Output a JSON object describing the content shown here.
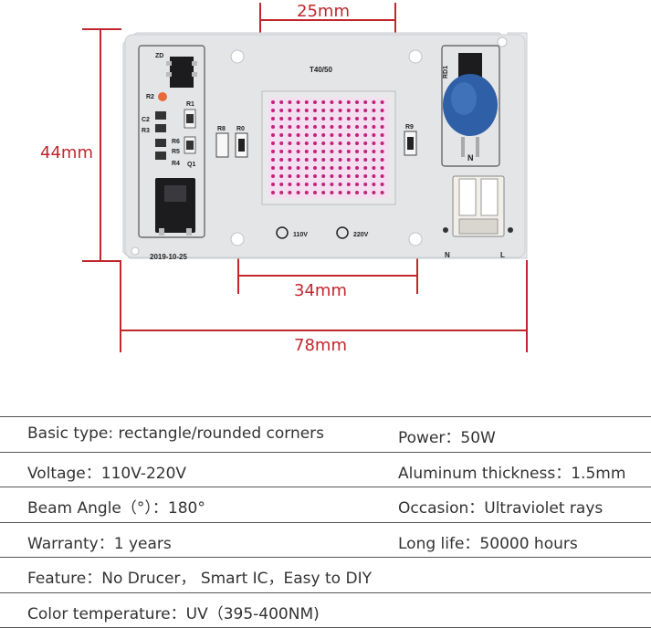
{
  "dimensions": {
    "top": "25mm",
    "left": "44mm",
    "middle": "34mm",
    "bottom": "78mm"
  },
  "board": {
    "model": "T40/50",
    "date": "2019-10-25",
    "v110": "110V",
    "v220": "220V",
    "n": "N",
    "l": "L",
    "r8": "R8",
    "r0": "R0",
    "r9": "R9",
    "zd": "ZD",
    "r1": "R1",
    "r2": "R2",
    "r3": "R3",
    "r4": "R4",
    "r5": "R5",
    "r6": "R6",
    "c2": "C2",
    "q1": "Q1",
    "rd1": "RD1",
    "varistor_n": "N"
  },
  "specs": [
    {
      "left": "Basic type: rectangle/rounded corners",
      "right": "Power：50W"
    },
    {
      "left": "Voltage：110V-220V",
      "right": "Aluminum thickness：1.5mm"
    },
    {
      "left": "Beam Angle（°）：180°",
      "right": "Occasion：Ultraviolet rays"
    },
    {
      "left": "Warranty：1 years",
      "right": "Long life：50000 hours"
    },
    {
      "left": "Feature：No Drucer， Smart IC，Easy to DIY",
      "right": ""
    },
    {
      "left": "Color temperature：UV（395-400NM)",
      "right": ""
    }
  ]
}
